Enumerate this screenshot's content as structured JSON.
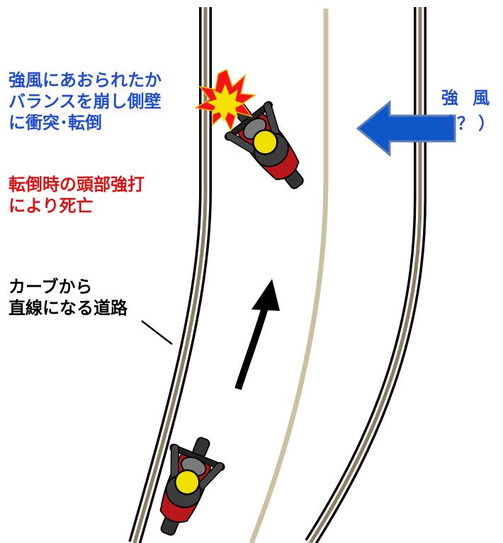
{
  "annotations": {
    "crash_cause": [
      "強風にあおられたか",
      "バランスを崩し側壁",
      "に衝突･転倒"
    ],
    "death_cause": [
      "転倒時の頭部強打",
      "により死亡"
    ],
    "road_type": [
      "カーブから",
      "直線になる道路"
    ],
    "wind": [
      "強 風",
      "（？）"
    ]
  },
  "colors": {
    "blue_text": "#1f4fd0",
    "red_text": "#e01010",
    "black_text": "#000000",
    "wind_arrow": "#0f56c9",
    "wind_arrow_border": "#5a7fb8",
    "guardrail_stripe": "#8a8060",
    "center_line": "#c9c1a2",
    "bike_red": "#b8181c",
    "helmet_yellow": "#f0e000",
    "explosion_red": "#f21414",
    "explosion_yellow": "#f5e200"
  },
  "icons": {
    "motion_arrow": "curved-arrow-icon",
    "wind_arrow": "left-arrow-icon",
    "collision": "explosion-icon",
    "rider": "motorcycle-rider-icon"
  }
}
